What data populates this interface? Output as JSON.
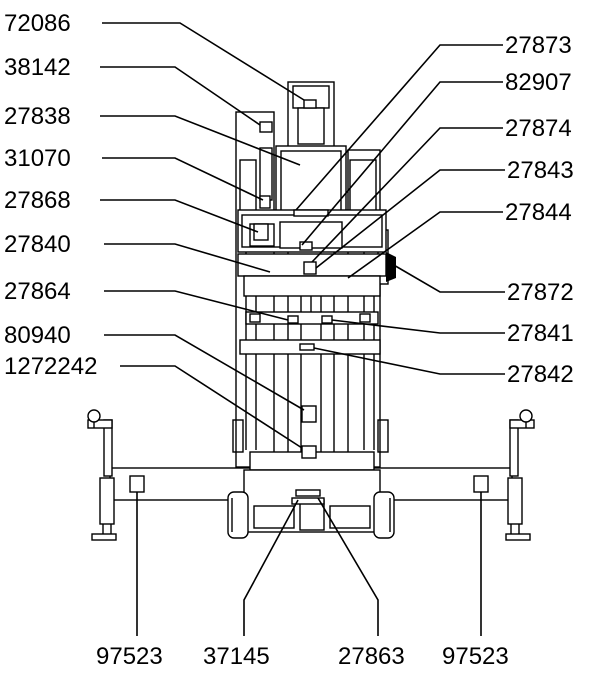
{
  "diagram": {
    "labels_left": [
      {
        "id": "72086",
        "text": "72086"
      },
      {
        "id": "38142",
        "text": "38142"
      },
      {
        "id": "27838",
        "text": "27838"
      },
      {
        "id": "31070",
        "text": "31070"
      },
      {
        "id": "27868",
        "text": "27868"
      },
      {
        "id": "27840",
        "text": "27840"
      },
      {
        "id": "27864",
        "text": "27864"
      },
      {
        "id": "80940",
        "text": "80940"
      },
      {
        "id": "1272242",
        "text": "1272242"
      }
    ],
    "labels_right": [
      {
        "id": "27873",
        "text": "27873"
      },
      {
        "id": "82907",
        "text": "82907"
      },
      {
        "id": "27874",
        "text": "27874"
      },
      {
        "id": "27843",
        "text": "27843"
      },
      {
        "id": "27844",
        "text": "27844"
      },
      {
        "id": "27872",
        "text": "27872"
      },
      {
        "id": "27841",
        "text": "27841"
      },
      {
        "id": "27842",
        "text": "27842"
      }
    ],
    "labels_bottom": [
      {
        "id": "97523-left",
        "text": "97523"
      },
      {
        "id": "37145",
        "text": "37145"
      },
      {
        "id": "27863",
        "text": "27863"
      },
      {
        "id": "97523-right",
        "text": "97523"
      }
    ]
  }
}
